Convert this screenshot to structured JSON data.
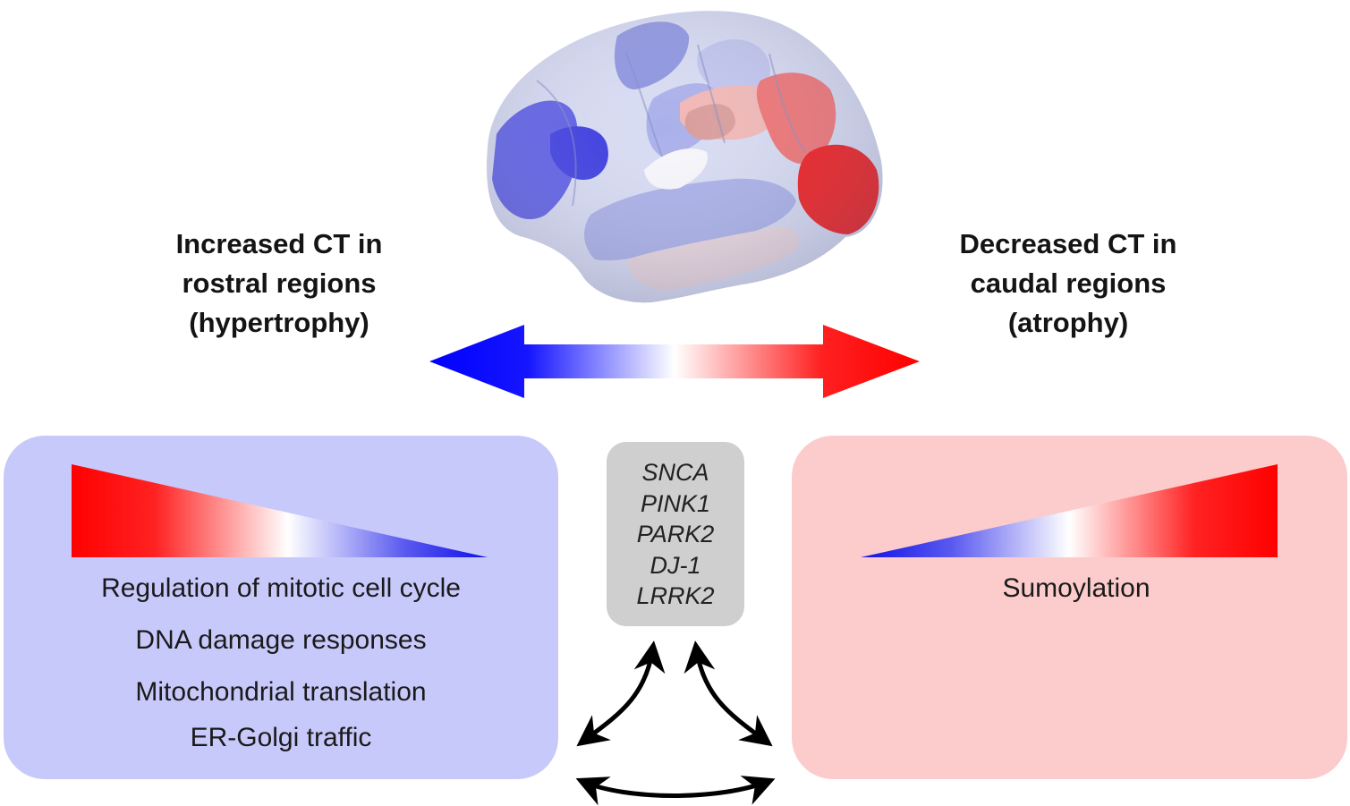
{
  "left_heading": [
    "Increased CT in",
    "rostral regions",
    "(hypertrophy)"
  ],
  "right_heading": [
    "Decreased CT in",
    "caudal regions",
    "(atrophy)"
  ],
  "genes": [
    "SNCA",
    "PINK1",
    "PARK2",
    "DJ-1",
    "LRRK2"
  ],
  "left_processes": [
    "Regulation of mitotic cell cycle",
    "DNA damage responses",
    "Mitochondrial translation",
    "ER-Golgi traffic"
  ],
  "right_processes": [
    "Sumoylation"
  ],
  "colors": {
    "increase_blue": "#2b2bff",
    "decrease_red": "#ff0000",
    "left_panel": "#c8c9fb",
    "right_panel": "#fccccd",
    "gene_box": "#cfcfcf"
  },
  "icons": [
    "brain-cortex-map",
    "double-headed-gradient-arrow",
    "interaction-arrows"
  ]
}
